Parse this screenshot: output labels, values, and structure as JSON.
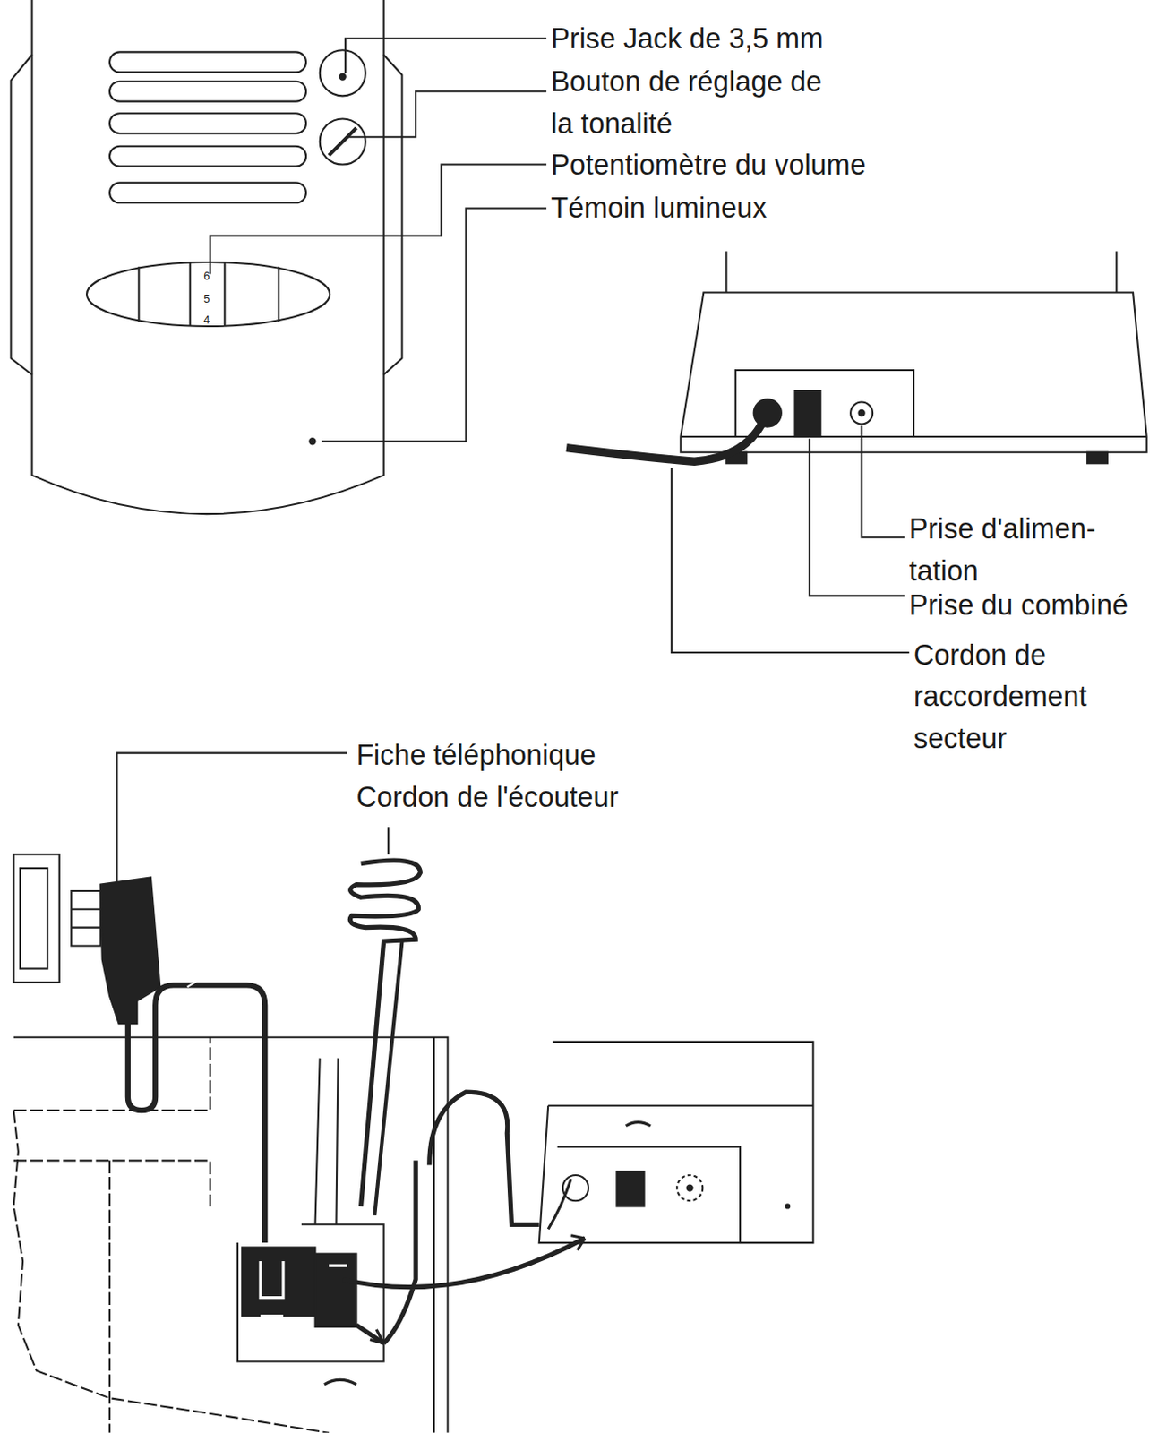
{
  "diagram": {
    "labels": [
      "Prise Jack de 3,5 mm",
      "Bouton de réglage de la tonalité",
      "Potentiomètre du volume",
      "Témoin lumineux",
      "6",
      "5",
      "4",
      "Prise d'alimen- tation",
      "Prise du combiné",
      "Cordon de raccordement secteur",
      "Fiche téléphonique",
      "Cordon de l'écouteur"
    ]
  }
}
